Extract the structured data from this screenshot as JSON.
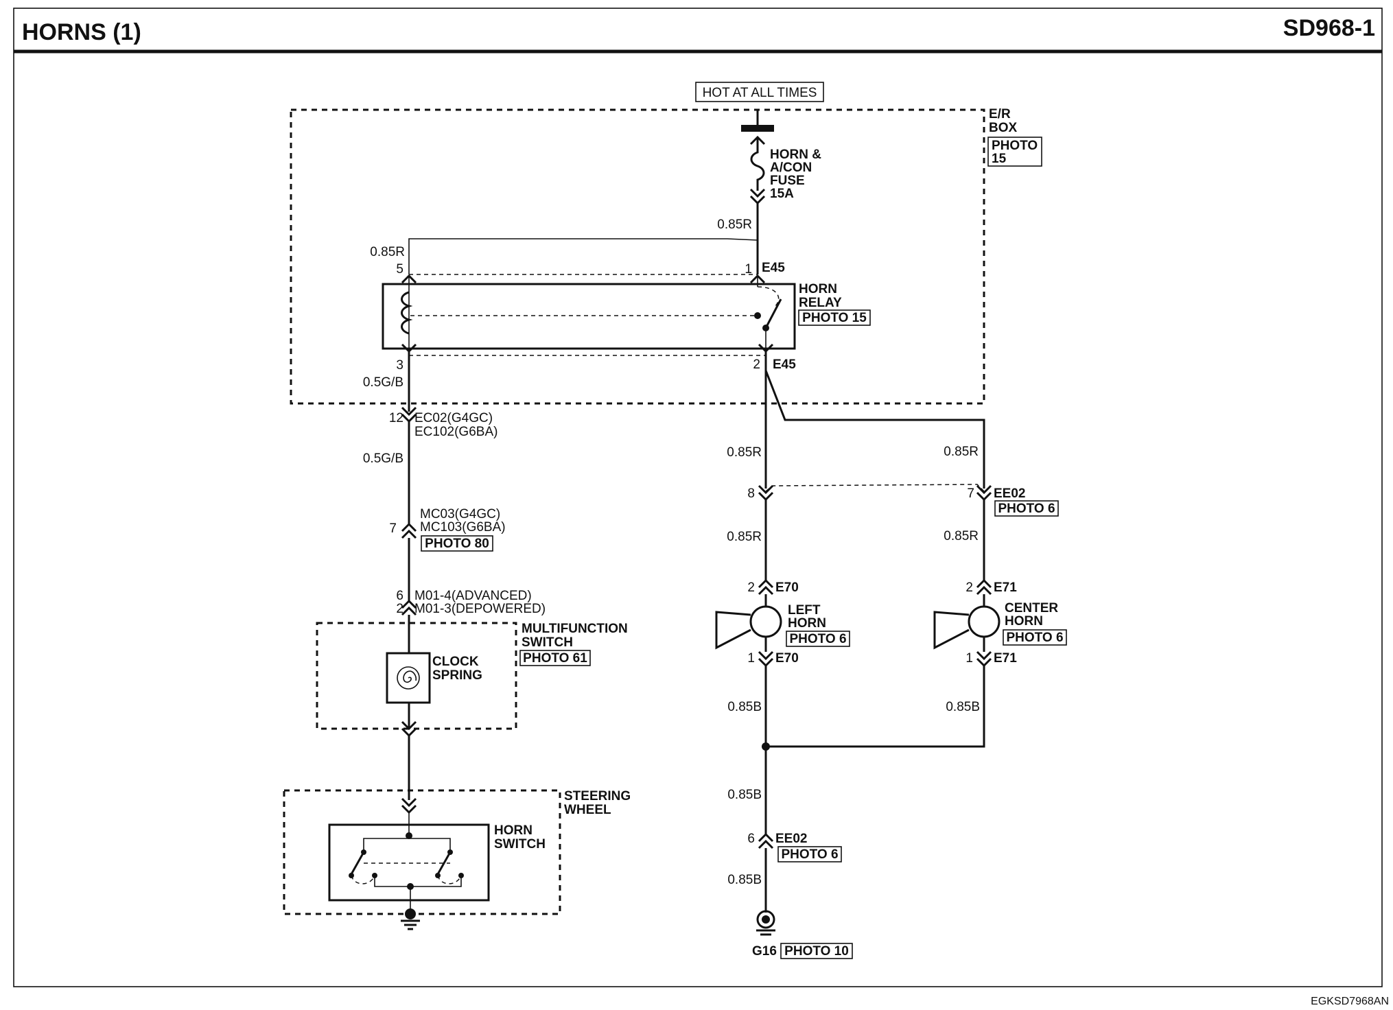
{
  "header": {
    "title": "HORNS (1)",
    "code": "SD968-1"
  },
  "footer": {
    "code": "EGKSD7968AN"
  },
  "power": {
    "label": "HOT AT ALL TIMES"
  },
  "er_box": {
    "label_line1": "E/R",
    "label_line2": "BOX",
    "photo_line1": "PHOTO",
    "photo_line2": "15"
  },
  "fuse": {
    "line1": "HORN &",
    "line2": "A/CON",
    "line3": "FUSE",
    "line4": "15A"
  },
  "relay": {
    "line1": "HORN",
    "line2": "RELAY",
    "photo": "PHOTO 15",
    "pin5": "5",
    "pin1": "1",
    "pin3": "3",
    "pin2": "2",
    "connector": "E45"
  },
  "wires": {
    "r085": "0.85R",
    "gb05": "0.5G/B",
    "b085": "0.85B"
  },
  "ec02": {
    "pin": "12",
    "line1": "EC02(G4GC)",
    "line2": "EC102(G6BA)"
  },
  "mc03": {
    "pin": "7",
    "line1": "MC03(G4GC)",
    "line2": "MC103(G6BA)",
    "photo": "PHOTO 80"
  },
  "m01": {
    "pin_adv": "6",
    "pin_dep": "2",
    "line1": "M01-4(ADVANCED)",
    "line2": "M01-3(DEPOWERED)"
  },
  "multifunction": {
    "line1": "MULTIFUNCTION",
    "line2": "SWITCH",
    "photo": "PHOTO 61"
  },
  "clock_spring": {
    "line1": "CLOCK",
    "line2": "SPRING"
  },
  "steering": {
    "line1": "STEERING",
    "line2": "WHEEL"
  },
  "horn_switch": {
    "line1": "HORN",
    "line2": "SWITCH"
  },
  "ee02_top": {
    "pin_left": "8",
    "pin_right": "7",
    "connector": "EE02",
    "photo": "PHOTO 6"
  },
  "left_horn": {
    "line1": "LEFT",
    "line2": "HORN",
    "photo": "PHOTO 6",
    "pin_top": "2",
    "pin_bottom": "1",
    "connector": "E70"
  },
  "center_horn": {
    "line1": "CENTER",
    "line2": "HORN",
    "photo": "PHOTO 6",
    "pin_top": "2",
    "pin_bottom": "1",
    "connector": "E71"
  },
  "ee02_bottom": {
    "pin": "6",
    "connector": "EE02",
    "photo": "PHOTO 6"
  },
  "ground": {
    "label": "G16",
    "photo": "PHOTO 10"
  }
}
